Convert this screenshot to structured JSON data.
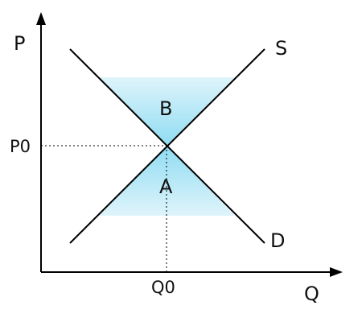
{
  "axes": {
    "y_label": "P",
    "x_label": "Q"
  },
  "curves": {
    "supply_label": "S",
    "demand_label": "D"
  },
  "areas": {
    "upper_label": "B",
    "lower_label": "A"
  },
  "equilibrium": {
    "price_label": "P0",
    "quantity_label": "Q0"
  },
  "colors": {
    "shade_outer": "#dff4fb",
    "shade_inner": "#8fdcf2",
    "line": "#000000"
  }
}
